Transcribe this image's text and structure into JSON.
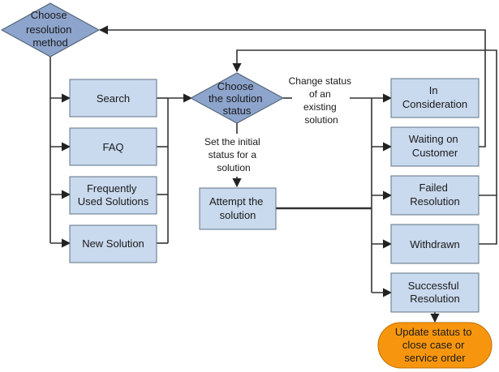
{
  "nodes": {
    "choose_method": [
      "Choose",
      "resolution",
      "method"
    ],
    "search": [
      "Search"
    ],
    "faq": [
      "FAQ"
    ],
    "frequently_used": [
      "Frequently",
      "Used Solutions"
    ],
    "new_solution": [
      "New Solution"
    ],
    "choose_status": [
      "Choose",
      "the solution",
      "status"
    ],
    "attempt": [
      "Attempt the",
      "solution"
    ],
    "in_consideration": [
      "In",
      "Consideration"
    ],
    "waiting": [
      "Waiting on",
      "Customer"
    ],
    "failed": [
      "Failed",
      "Resolution"
    ],
    "withdrawn": [
      "Withdrawn"
    ],
    "successful": [
      "Successful",
      "Resolution"
    ],
    "update_status": [
      "Update status to",
      "close case or",
      "service order"
    ]
  },
  "labels": {
    "change_status": [
      "Change status",
      "of an",
      "existing",
      "solution"
    ],
    "set_initial": [
      "Set the initial",
      "status for a",
      "solution"
    ]
  }
}
